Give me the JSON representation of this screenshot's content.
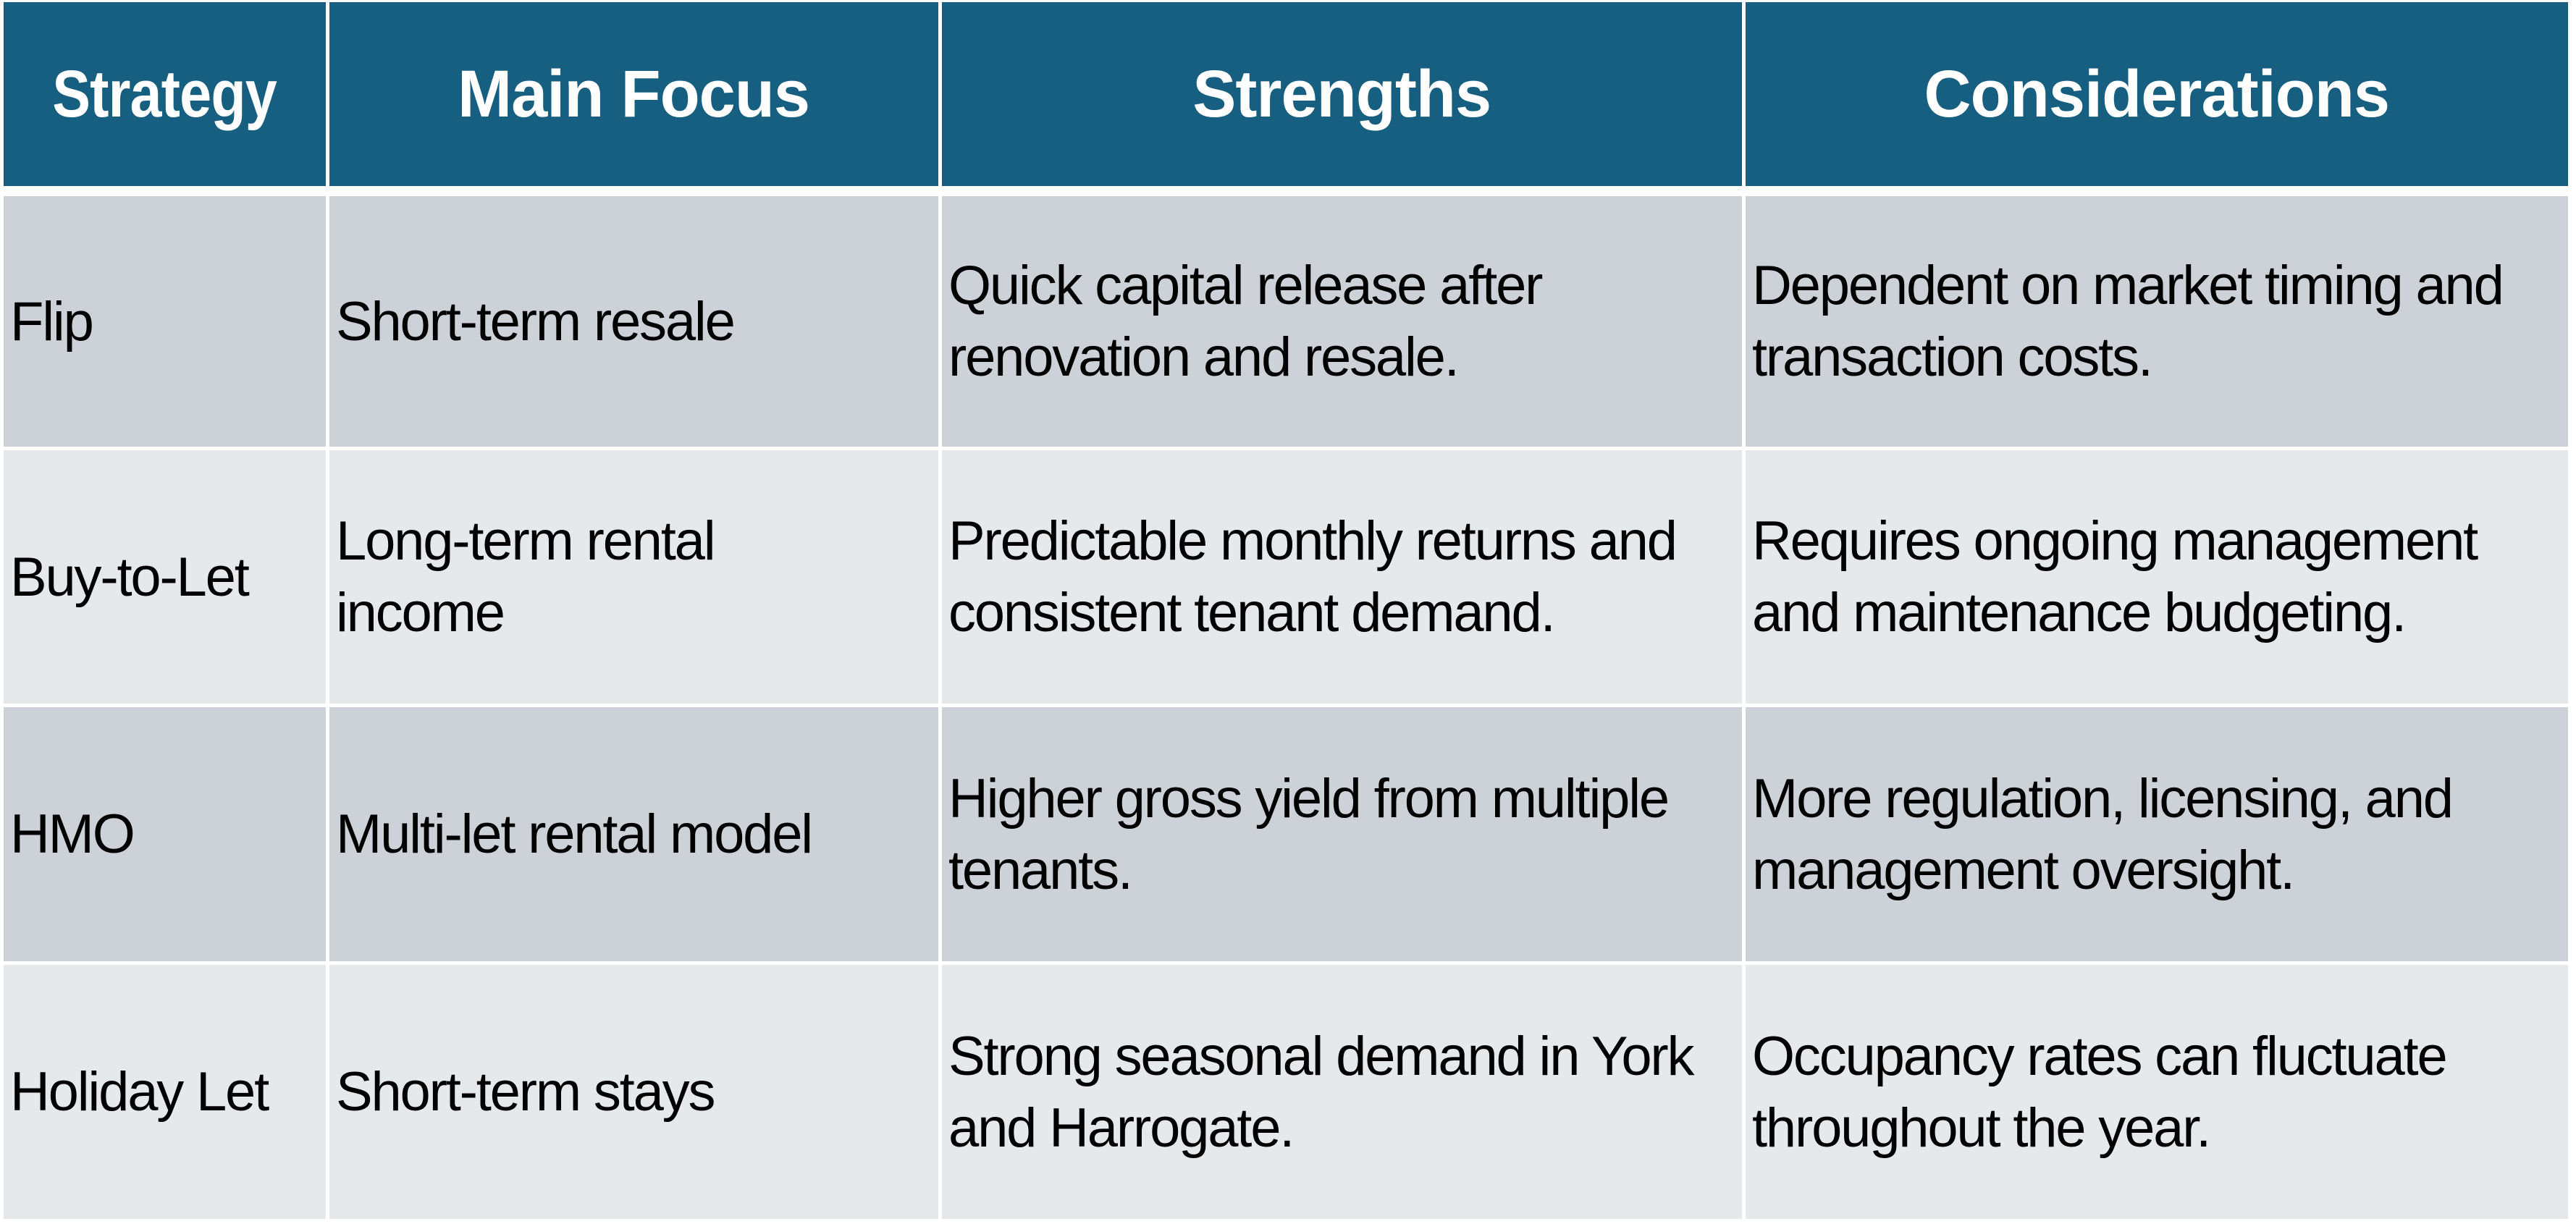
{
  "table": {
    "header": {
      "columns": [
        "Strategy",
        "Main Focus",
        "Strengths",
        "Considerations"
      ],
      "background_color": "#175F80",
      "text_color": "#FFFFFF"
    },
    "row_colors": [
      "#CDD2D9",
      "#E6E9EC"
    ],
    "rows": [
      {
        "strategy": "Flip",
        "main_focus": "Short-term resale",
        "strengths": "Quick capital release after renovation and resale.",
        "considerations": "Dependent on market timing and transaction costs."
      },
      {
        "strategy": "Buy-to-Let",
        "main_focus": "Long-term rental income",
        "strengths": "Predictable monthly returns and consistent tenant demand.",
        "considerations": "Requires ongoing management and maintenance budgeting."
      },
      {
        "strategy": "HMO",
        "main_focus": "Multi-let rental model",
        "strengths": "Higher gross yield from multiple tenants.",
        "considerations": "More regulation, licensing, and management oversight."
      },
      {
        "strategy": "Holiday Let",
        "main_focus": "Short-term stays",
        "strengths": "Strong seasonal demand in York and Harrogate.",
        "considerations": "Occupancy rates can fluctuate throughout the year."
      }
    ]
  }
}
